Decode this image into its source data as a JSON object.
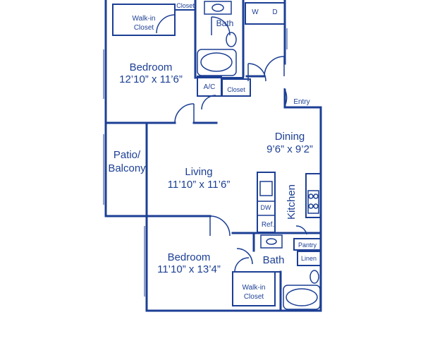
{
  "colors": {
    "wall": "#1c3f94",
    "background": "#ffffff"
  },
  "rooms": {
    "walkin_top": [
      "Walk-in",
      "Closet"
    ],
    "closet_top": "Closet",
    "bath_top": "Bath",
    "washer": "W",
    "dryer": "D",
    "bedroom_top": {
      "name": "Bedroom",
      "size": "12’10” x 11’6”"
    },
    "ac": "A/C",
    "closet_mid": "Closet",
    "entry": "Entry",
    "dining": {
      "name": "Dining",
      "size": "9’6” x 9’2”"
    },
    "patio": [
      "Patio/",
      "Balcony"
    ],
    "living": {
      "name": "Living",
      "size": "11’10” x 11’6”"
    },
    "dw": "DW",
    "kitchen": "Kitchen",
    "ref": "Ref.",
    "pantry": "Pantry",
    "bedroom_bottom": {
      "name": "Bedroom",
      "size": "11’10” x 13’4”"
    },
    "bath_bottom": "Bath",
    "linen": "Linen",
    "walkin_bottom": [
      "Walk-in",
      "Closet"
    ]
  }
}
